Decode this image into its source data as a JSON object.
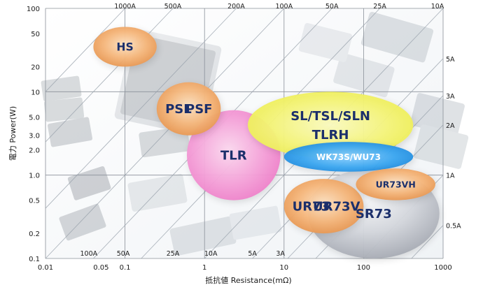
{
  "chart_data": {
    "type": "scatter",
    "title": "",
    "xlabel": "抵抗値 Resistance(mΩ)",
    "ylabel": "電力 Power(W)",
    "xscale": "log",
    "yscale": "log",
    "xlim": [
      0.01,
      1000
    ],
    "ylim": [
      0.1,
      100
    ],
    "x_ticks": [
      {
        "label": "0.01",
        "value": 0.01
      },
      {
        "label": "0.05",
        "value": 0.05
      },
      {
        "label": "0.1",
        "value": 0.1
      },
      {
        "label": "1",
        "value": 1
      },
      {
        "label": "10",
        "value": 10
      },
      {
        "label": "100",
        "value": 100
      },
      {
        "label": "1000",
        "value": 1000
      }
    ],
    "y_ticks": [
      {
        "label": "100",
        "value": 100
      },
      {
        "label": "50",
        "value": 50
      },
      {
        "label": "20",
        "value": 20
      },
      {
        "label": "10",
        "value": 10
      },
      {
        "label": "5.0",
        "value": 5
      },
      {
        "label": "3.0",
        "value": 3
      },
      {
        "label": "2.0",
        "value": 2
      },
      {
        "label": "1.0",
        "value": 1
      },
      {
        "label": "0.5",
        "value": 0.5
      },
      {
        "label": "0.2",
        "value": 0.2
      },
      {
        "label": "0.1",
        "value": 0.1
      }
    ],
    "grid": true,
    "current_lines": [
      {
        "label": "1000A",
        "amps": 1000
      },
      {
        "label": "500A",
        "amps": 500
      },
      {
        "label": "200A",
        "amps": 200
      },
      {
        "label": "100A",
        "amps": 100
      },
      {
        "label": "50A",
        "amps": 50
      },
      {
        "label": "25A",
        "amps": 25
      },
      {
        "label": "10A",
        "amps": 10
      },
      {
        "label": "5A",
        "amps": 5
      },
      {
        "label": "3A",
        "amps": 3
      },
      {
        "label": "2A",
        "amps": 2
      },
      {
        "label": "1A",
        "amps": 1
      },
      {
        "label": "0.5A",
        "amps": 0.5
      }
    ],
    "bottom_current_labels": [
      {
        "label": "100A",
        "x": 0.035
      },
      {
        "label": "50A",
        "x": 0.095
      },
      {
        "label": "25A",
        "x": 0.4
      },
      {
        "label": "10A",
        "x": 1.2
      },
      {
        "label": "5A",
        "x": 4
      },
      {
        "label": "3A",
        "x": 9
      }
    ],
    "regions": [
      {
        "labels": [
          "HS"
        ],
        "x_range": [
          0.04,
          0.25
        ],
        "y_range": [
          20,
          60
        ],
        "color": "#f1a460"
      },
      {
        "labels": [
          "PSL",
          "PSF"
        ],
        "x_range": [
          0.25,
          1.6
        ],
        "y_range": [
          3,
          13
        ],
        "color": "#f1a460"
      },
      {
        "labels": [
          "TLR"
        ],
        "x_range": [
          0.6,
          9
        ],
        "y_range": [
          0.5,
          6
        ],
        "color": "#f08acb"
      },
      {
        "labels": [
          "SL/TSL/SLN",
          "TLRH"
        ],
        "x_range": [
          3.5,
          420
        ],
        "y_range": [
          1.6,
          10
        ],
        "color": "#f2f25a"
      },
      {
        "labels": [
          "WK73S/WU73"
        ],
        "x_range": [
          10,
          420
        ],
        "y_range": [
          1.1,
          2.5
        ],
        "color": "#1e8fe0"
      },
      {
        "labels": [
          "SR73"
        ],
        "x_range": [
          20,
          900
        ],
        "y_range": [
          0.1,
          1.2
        ],
        "color": "#b9bcc4"
      },
      {
        "labels": [
          "UR73",
          "UR73V"
        ],
        "x_range": [
          10,
          100
        ],
        "y_range": [
          0.2,
          0.9
        ],
        "color": "#f1a460"
      },
      {
        "labels": [
          "UR73VH"
        ],
        "x_range": [
          80,
          800
        ],
        "y_range": [
          0.5,
          1.2
        ],
        "color": "#f1a460"
      }
    ]
  }
}
